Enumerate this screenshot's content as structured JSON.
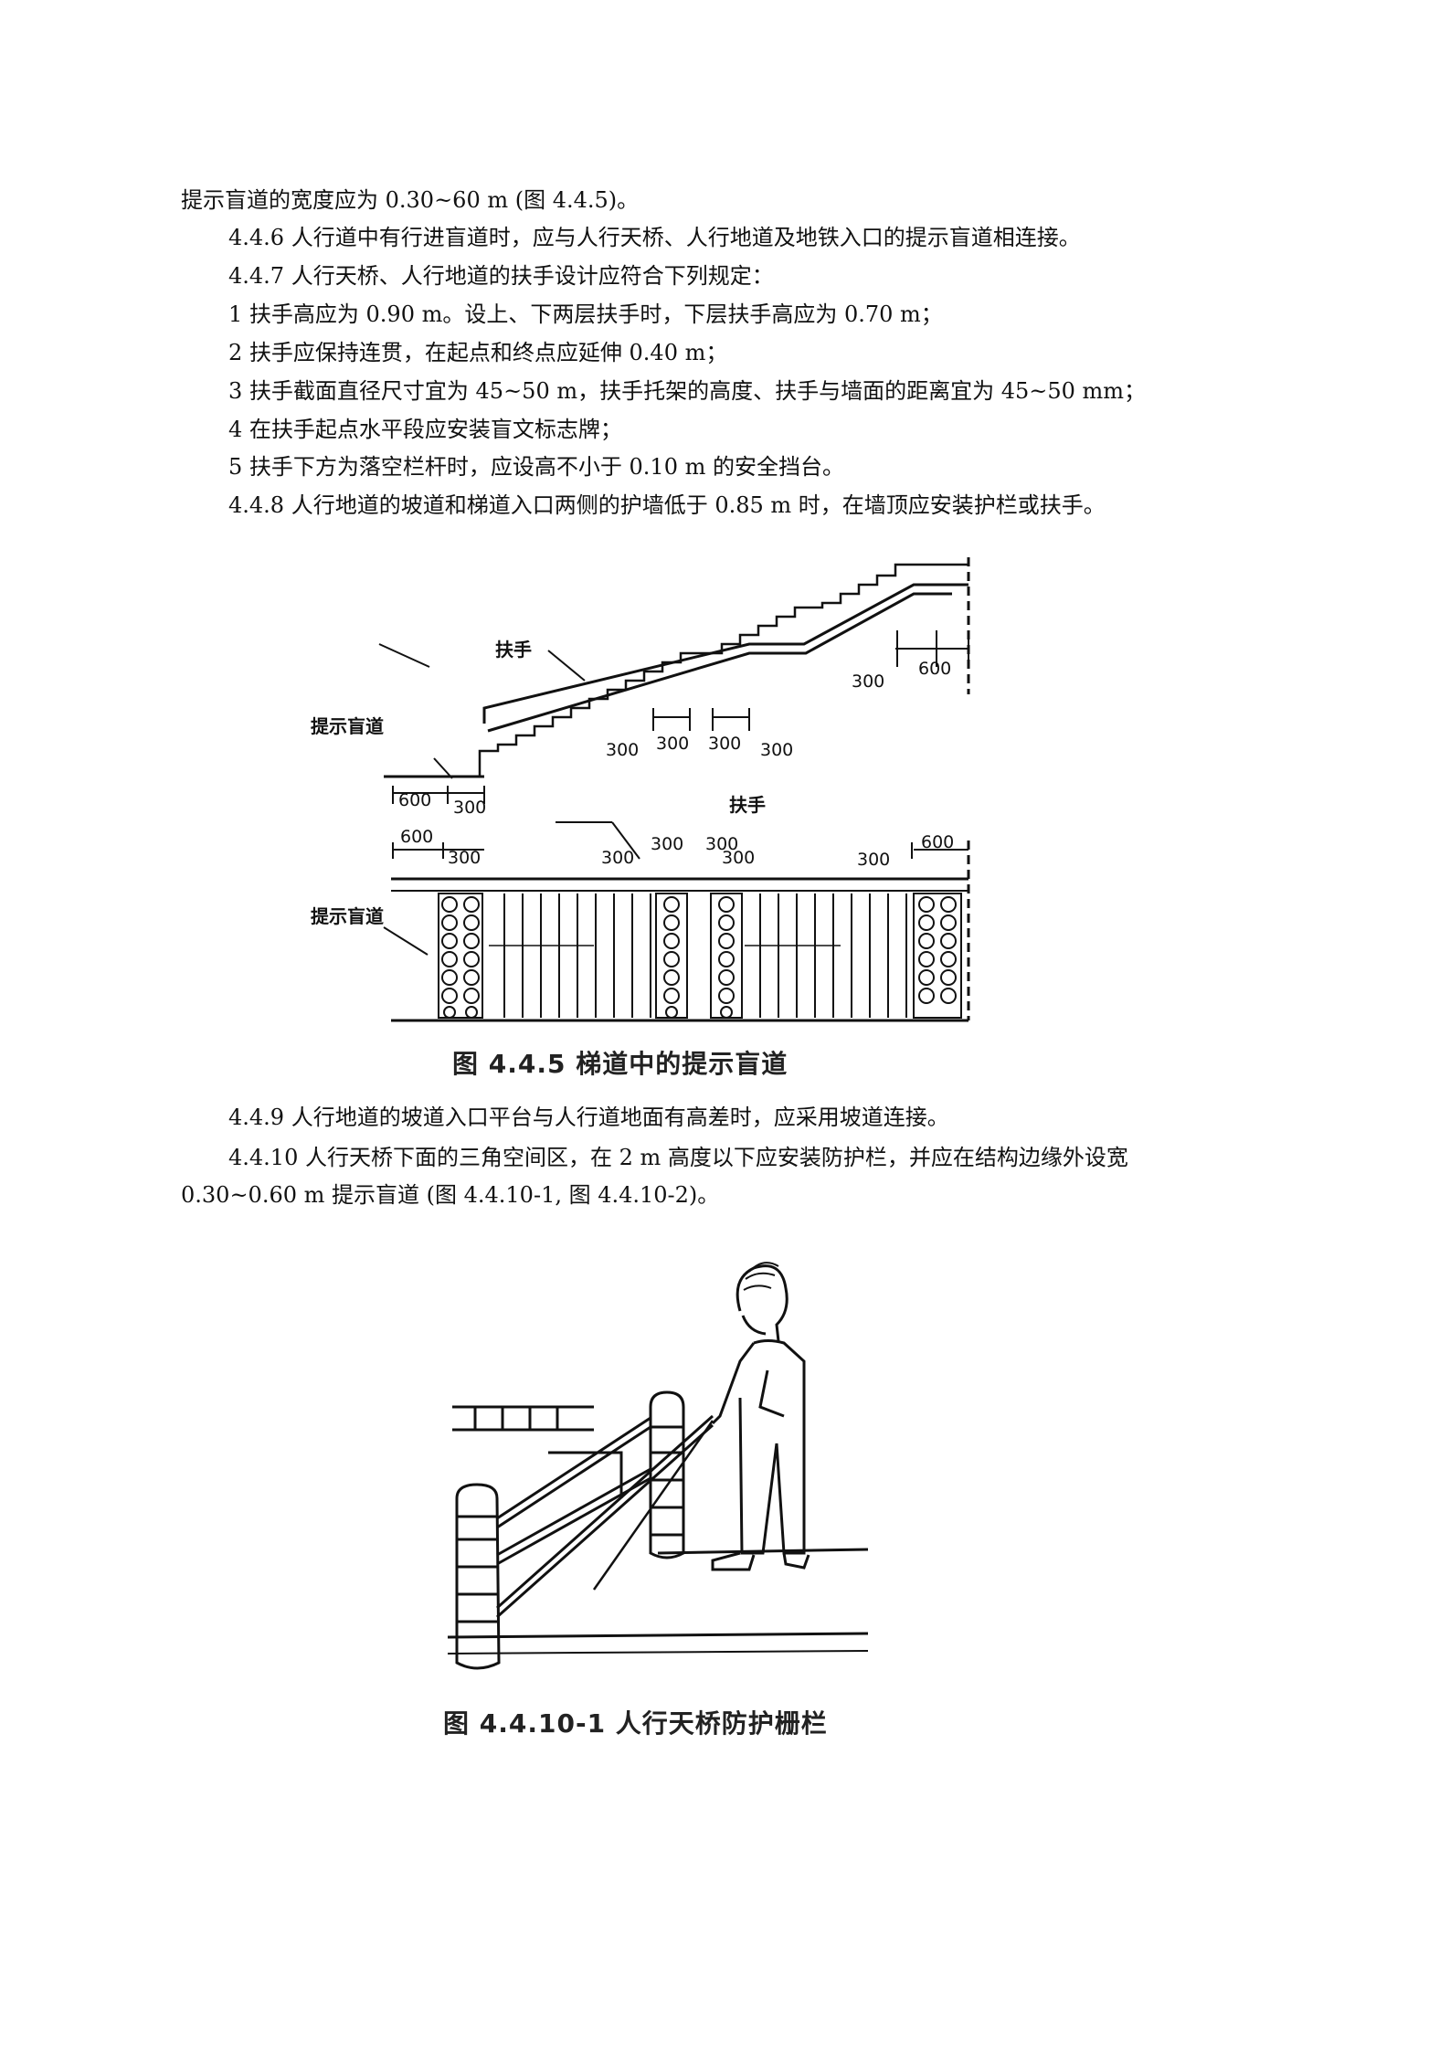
{
  "paragraphs": [
    "提示盲道的宽度应为 0.30~60 m (图 4.4.5)。",
    "4.4.6  人行道中有行进盲道时，应与人行天桥、人行地道及地铁入口的提示盲道相连接。",
    "4.4.7  人行天桥、人行地道的扶手设计应符合下列规定：",
    "1  扶手高应为 0.90 m。设上、下两层扶手时，下层扶手高应为 0.70 m；",
    "2  扶手应保持连贯，在起点和终点应延伸 0.40 m；",
    "3  扶手截面直径尺寸宜为 45~50 m，扶手托架的高度、扶手与墙面的距离宜为 45~50 mm；",
    "4  在扶手起点水平段应安装盲文标志牌；",
    "5  扶手下方为落空栏杆时，应设高不小于 0.10 m 的安全挡台。",
    "4.4.8  人行地道的坡道和梯道入口两侧的护墙低于 0.85 m 时，在墙顶应安装护栏或扶手。",
    "4.4.9  人行地道的坡道入口平台与人行道地面有高差时，应采用坡道连接。",
    "4.4.10  人行天桥下面的三角空间区，在 2 m 高度以下应安装防护栏，并应在结构边缘外设宽",
    "0.30~0.60 m 提示盲道  (图 4.4.10-1,  图 4.4.10-2)。"
  ],
  "figure1": {
    "caption": "图 4.4.5   梯道中的提示盲道",
    "labels": {
      "handrail": "扶手",
      "tactile": "提示盲道",
      "d600": "600",
      "d300": "300"
    }
  },
  "figure2": {
    "caption": "图 4.4.10-1   人行天桥防护栅栏"
  }
}
